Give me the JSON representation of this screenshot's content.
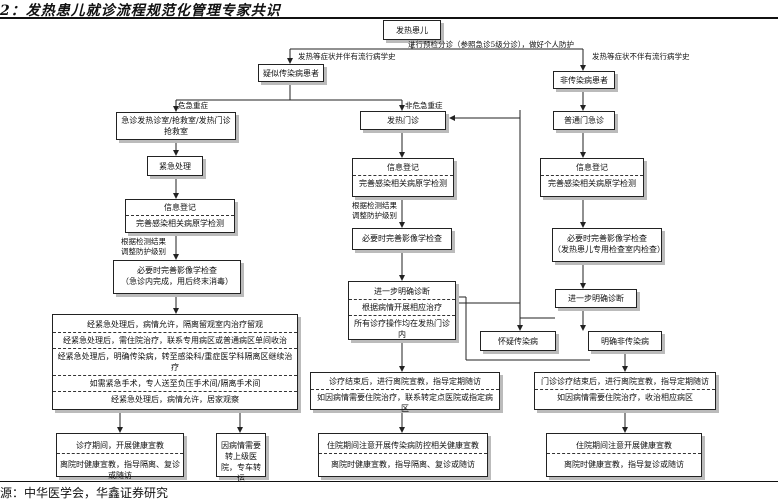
{
  "title": "2：发热患儿就诊流程规范化管理专家共识",
  "source": "源：中华医学会，华鑫证券研究",
  "nodes": {
    "patient": "发热患儿",
    "suspected": "疑似传染病患者",
    "emerg_room": "急诊发热诊室/抢救室/发热门诊",
    "emerg_room2": "抢救室",
    "emerg_treat": "紧急处理",
    "left_reg": "信息登记",
    "left_test": "完善感染相关病原学检测",
    "left_img": "必要时完善影像学检查",
    "left_img2": "（急诊内完成，用后终末消毒）",
    "big1": "经紧急处理后，病情允许，隔离留观室内治疗留观",
    "big2": "经紧急处理后，需住院治疗，联系专用病区或普通病区单间收治",
    "big3": "经紧急处理后，明确传染病，转至感染科/重症医学科隔离区继续治疗",
    "big4": "如需紧急手术，专人送至负压手术间/隔离手术间",
    "big5": "经紧急处理后，病情允许，居家观察",
    "lb1a": "诊疗期间，开展健康宣教",
    "lb1b": "离院时健康宣教，指导隔离、复诊或随访",
    "lb2": "因病情需要转上级医院，专车转运",
    "fever_clinic": "发热门诊",
    "mid_reg": "信息登记",
    "mid_test": "完善感染相关病原学检测",
    "mid_img": "必要时完善影像学检查",
    "mid_diag": "进一步明确诊断",
    "mid_diag2": "根据病情开展相应治疗",
    "mid_diag3": "所有诊疗操作均在发热门诊内",
    "suspect_inf": "怀疑传染病",
    "confirm_non": "明确非传染病",
    "mid_out1": "诊疗结束后，进行离院宣教，指导定期随访",
    "mid_out2": "如因病情需要住院治疗，联系转定点医院或指定病区",
    "mb": "住院期间注意开展传染病防控相关健康宣教",
    "mb2": "离院时健康宣教，指导隔离、复诊或随访",
    "non_inf": "非传染病患者",
    "general_clinic": "普通门急诊",
    "r_reg": "信息登记",
    "r_test": "完善感染相关病原学检测",
    "r_img": "必要时完善影像学检查",
    "r_img2": "（发热患儿专用检查室内检查）",
    "r_diag": "进一步明确诊断",
    "r_out1": "门诊诊疗结束后，进行离院宣教，指导定期随访",
    "r_out2": "如因病情需要住院治疗，收治相应病区",
    "rb": "住院期间注意开展健康宣教",
    "rb2": "离院时健康宣教，指导复诊或随访"
  },
  "labels": {
    "triage": "进行预检分诊（参照急诊5级分诊），做好个人防护",
    "with_history": "发热等症状并伴有流行病学史",
    "without_history": "发热等症状不伴有流行病学史",
    "critical": "危急重症",
    "non_critical": "非危急重症",
    "adjust_left": "根据检测结果",
    "adjust_left2": "调整防护级别",
    "adjust_mid": "根据检测结果",
    "adjust_mid2": "调整防护级别"
  }
}
